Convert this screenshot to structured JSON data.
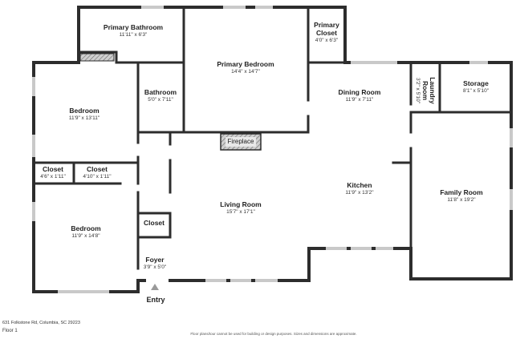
{
  "rooms": {
    "primary_bathroom": {
      "name": "Primary Bathroom",
      "dim": "11'11\" x 6'3\""
    },
    "primary_closet": {
      "name": "Primary Closet",
      "name_l1": "Primary",
      "name_l2": "Closet",
      "dim": "4'0\" x 6'3\""
    },
    "primary_bedroom": {
      "name": "Primary Bedroom",
      "dim": "14'4\" x 14'7\""
    },
    "bathroom": {
      "name": "Bathroom",
      "dim": "5'0\" x 7'11\""
    },
    "bedroom_1": {
      "name": "Bedroom",
      "dim": "11'9\" x 13'11\""
    },
    "closet_1": {
      "name": "Closet",
      "dim": "4'6\" x 1'11\""
    },
    "closet_2": {
      "name": "Closet",
      "dim": "4'10\" x 1'11\""
    },
    "bedroom_2": {
      "name": "Bedroom",
      "dim": "11'9\" x 14'8\""
    },
    "closet_3": {
      "name": "Closet"
    },
    "foyer": {
      "name": "Foyer",
      "dim": "3'9\" x 5'0\""
    },
    "living_room": {
      "name": "Living Room",
      "dim": "15'7\" x 17'1\""
    },
    "dining_room": {
      "name": "Dining Room",
      "dim": "11'9\" x 7'11\""
    },
    "laundry_room": {
      "name": "Laundry Room",
      "name_l1": "Laundry",
      "name_l2": "Room",
      "dim": "3'2\" x 5'10\""
    },
    "storage": {
      "name": "Storage",
      "dim": "8'1\" x 5'10\""
    },
    "kitchen": {
      "name": "Kitchen",
      "dim": "11'9\" x 13'2\""
    },
    "family_room": {
      "name": "Family Room",
      "dim": "11'8\" x 19'2\""
    }
  },
  "fixtures": {
    "fireplace": "Fireplace"
  },
  "entry": "Entry",
  "address": "631 Folkstone Rd, Columbia, SC 29223",
  "floor": "Floor 1",
  "disclaimer": "Floor plans/tour cannot be used for building or design purposes. Sizes and dimensions are approximate."
}
